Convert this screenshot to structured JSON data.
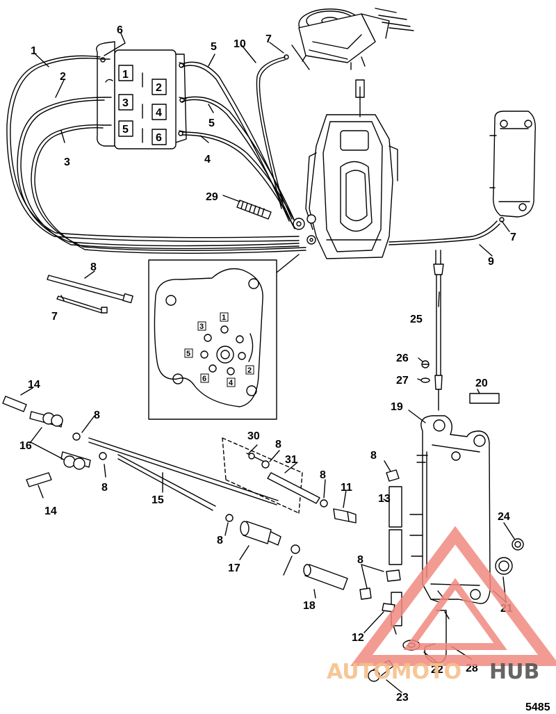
{
  "figure": {
    "reference_number": "5485",
    "callouts": [
      "1",
      "2",
      "3",
      "4",
      "5",
      "5",
      "6",
      "7",
      "7",
      "7",
      "8",
      "8",
      "8",
      "8",
      "8",
      "8",
      "8",
      "8",
      "9",
      "10",
      "11",
      "12",
      "13",
      "14",
      "14",
      "15",
      "16",
      "17",
      "18",
      "19",
      "20",
      "21",
      "22",
      "23",
      "24",
      "25",
      "26",
      "27",
      "28",
      "29",
      "30",
      "31"
    ],
    "cylinder_block_numbers": [
      "1",
      "2",
      "3",
      "4",
      "5",
      "6"
    ],
    "detail_port_numbers": [
      "1",
      "2",
      "3",
      "4",
      "5",
      "6"
    ]
  },
  "watermark": {
    "text_left": "AUTOMOTO",
    "text_right": "HUB",
    "color_primary": "#f08a80",
    "color_secondary": "#f7c08a",
    "color_dark": "#555555"
  },
  "colors": {
    "ink": "#000000",
    "paper": "#ffffff"
  }
}
